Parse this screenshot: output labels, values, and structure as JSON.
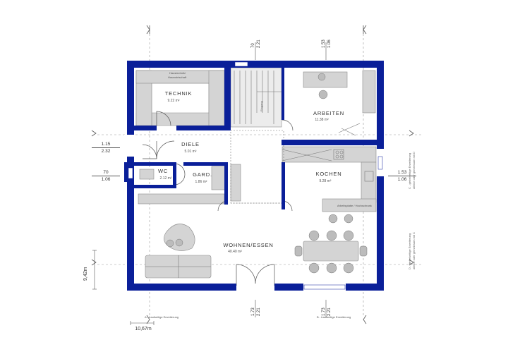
{
  "rooms": {
    "technik": {
      "name": "TECHNIK",
      "area": "9.22 m²",
      "note_line1": "Haustechnik/",
      "note_line2": "Hauswirtschaft"
    },
    "diele": {
      "name": "DIELE",
      "area": "5.01 m²"
    },
    "wc": {
      "name": "WC",
      "area": "2.12 m²"
    },
    "gard": {
      "name": "GARD.",
      "area": "1.86 m²"
    },
    "arbeiten": {
      "name": "ARBEITEN",
      "area": "11.38 m²"
    },
    "kochen": {
      "name": "KOCHEN",
      "area": "9.28 m²"
    },
    "wohnen": {
      "name": "WOHNEN/ESSEN",
      "area": "40.40 m²"
    },
    "stair_label": "Eingang",
    "counter_note": "Arbeitsplatte / Hochschrank"
  },
  "dimensions": {
    "top_left": {
      "a": "70",
      "b": "2.21"
    },
    "top_right": {
      "a": "1.53",
      "b": "1.06"
    },
    "left_upper": {
      "a": "1.15",
      "b": "2.32"
    },
    "left_lower": {
      "a": "70",
      "b": "1.06"
    },
    "right": {
      "a": "1.53",
      "b": "1.06"
    },
    "bottom_left": {
      "a": "1.73",
      "b": "2.21"
    },
    "bottom_right": {
      "a": "1.73",
      "b": "2.21"
    },
    "height": "9,42m",
    "width": "10,67m"
  },
  "notes": {
    "bottom_left": "A - traufseitige Erweiterung",
    "bottom_right": "B - traufseitige Erweiterung",
    "right_upper_1": "C - giebelseitige Erweiterung",
    "right_upper_2": "alleine oder gemeinsam mit D",
    "right_lower_1": "D - giebelseitige Erweiterung",
    "right_lower_2": "alleine oder gemeinsam mit C"
  },
  "colors": {
    "wall": "#0a1f99",
    "furniture": "#d4d4d4",
    "furniture_stroke": "#8a8a8a",
    "background": "#ffffff"
  }
}
